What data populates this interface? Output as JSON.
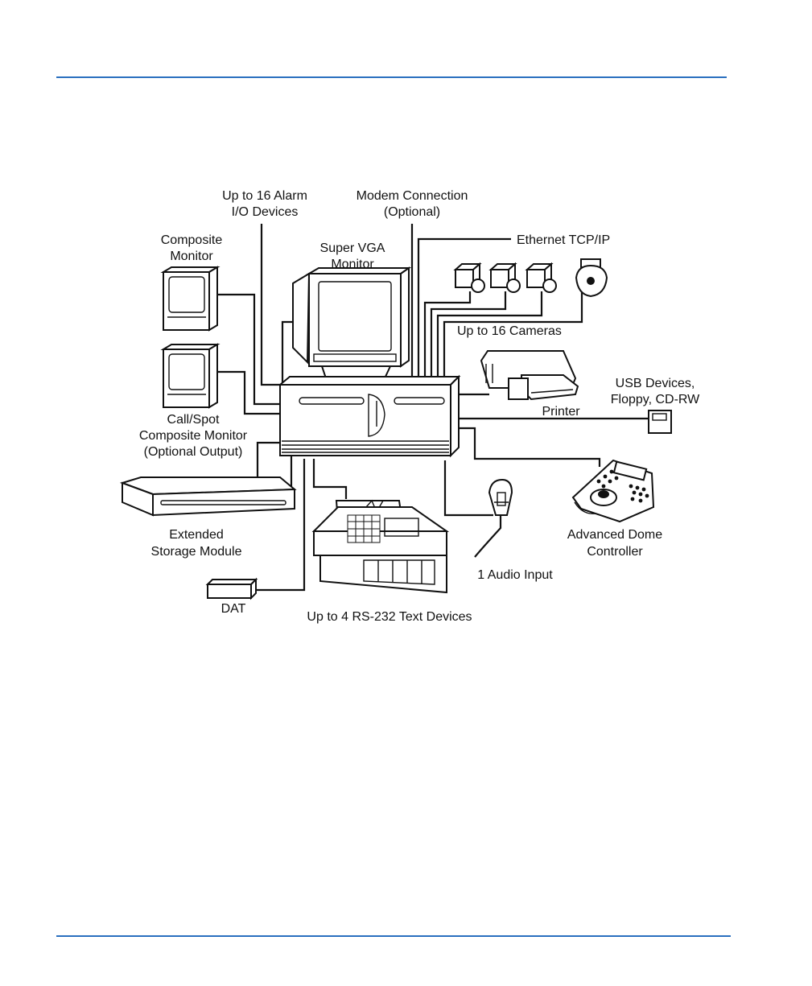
{
  "colors": {
    "rule": "#2a6fbf",
    "ink": "#111111"
  },
  "labels": {
    "alarm": [
      "Up to 16 Alarm",
      "I/O Devices"
    ],
    "modem": [
      "Modem Connection",
      "(Optional)"
    ],
    "ethernet": [
      "Ethernet TCP/IP"
    ],
    "composite": [
      "Composite",
      "Monitor"
    ],
    "svga": [
      "Super VGA",
      "Monitor"
    ],
    "cameras": [
      "Up to 16 Cameras"
    ],
    "usb": [
      "USB Devices,",
      "Floppy, CD-RW"
    ],
    "printer": [
      "Printer"
    ],
    "callspot": [
      "Call/Spot",
      "Composite Monitor",
      "(Optional Output)"
    ],
    "storage": [
      "Extended",
      "Storage Module"
    ],
    "dome": [
      "Advanced Dome",
      "Controller"
    ],
    "audio": [
      "1 Audio Input"
    ],
    "dat": [
      "DAT"
    ],
    "rs232": [
      "Up to 4 RS-232 Text Devices"
    ]
  },
  "icons": [
    "composite-monitor-icon",
    "svga-monitor-icon",
    "camera-icon",
    "dome-camera-icon",
    "printer-icon",
    "floppy-drive-icon",
    "dvr-unit-icon",
    "storage-module-icon",
    "cash-register-icon",
    "microphone-icon",
    "dome-controller-icon",
    "dat-drive-icon"
  ]
}
